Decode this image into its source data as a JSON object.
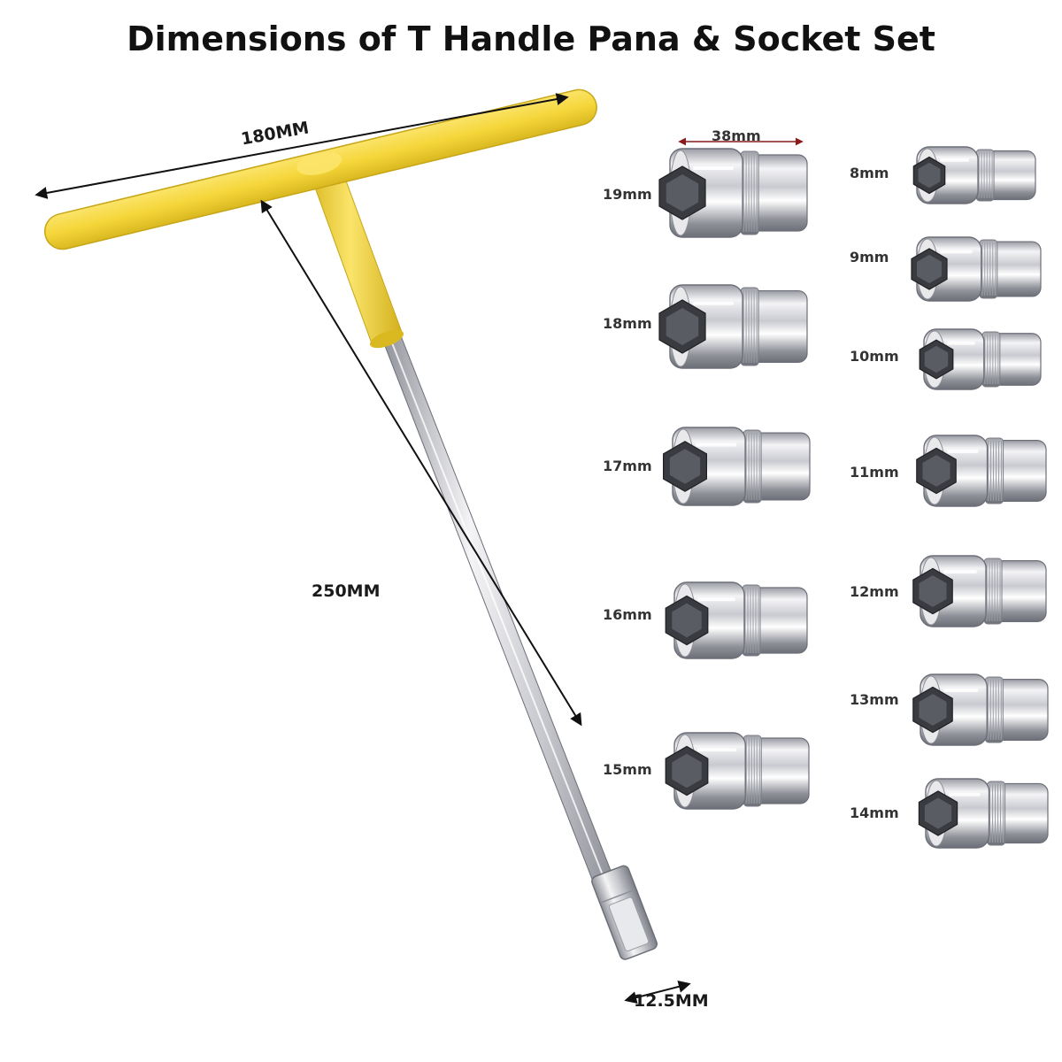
{
  "title": "Dimensions of T Handle Pana & Socket Set",
  "dimensions": {
    "handle_width": "180MM",
    "shaft_length": "250MM",
    "drive_size": "12.5MM",
    "socket_length": "38mm"
  },
  "colors": {
    "handle_yellow": "#f5d63a",
    "handle_yellow_shade": "#d9b820",
    "chrome_light": "#f4f4f6",
    "chrome_dark": "#6d6f78"
  },
  "sockets_left": [
    {
      "label": "19mm"
    },
    {
      "label": "18mm"
    },
    {
      "label": "17mm"
    },
    {
      "label": "16mm"
    },
    {
      "label": "15mm"
    }
  ],
  "sockets_right": [
    {
      "label": "8mm"
    },
    {
      "label": "9mm"
    },
    {
      "label": "10mm"
    },
    {
      "label": "11mm"
    },
    {
      "label": "12mm"
    },
    {
      "label": "13mm"
    },
    {
      "label": "14mm"
    }
  ]
}
